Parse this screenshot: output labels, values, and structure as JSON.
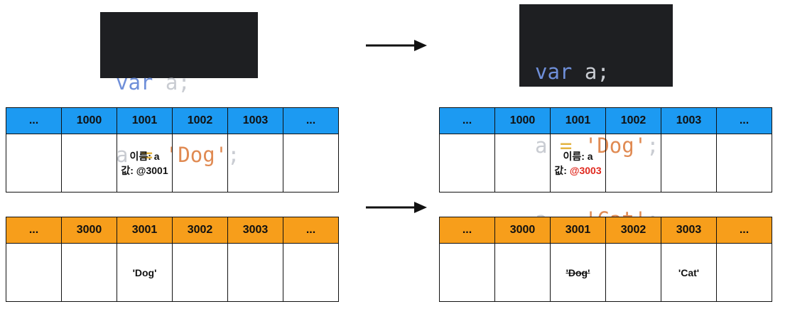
{
  "code_before": {
    "lines": [
      {
        "t1": "var",
        "t2": " a",
        "t3": ";"
      },
      {
        "t1": "a",
        "t2": " = ",
        "t3": "'Dog'",
        "t4": ";"
      }
    ]
  },
  "code_after": {
    "lines": [
      {
        "t1": "var",
        "t2": " a",
        "t3": ";"
      },
      {
        "t1": "a",
        "t2": " = ",
        "t3": "'Dog'",
        "t4": ";"
      },
      {
        "t1": "a",
        "t2": " = ",
        "t3": "'Cat'",
        "t4": ";"
      }
    ]
  },
  "colors": {
    "variable_header": "#1c9af2",
    "data_header": "#f79e1b",
    "changed_address": "#e0281e",
    "code_background": "#1e1f22"
  },
  "before": {
    "variable_table": {
      "headers": [
        "...",
        "1000",
        "1001",
        "1002",
        "1003",
        "..."
      ],
      "cell_name": "이름: a",
      "cell_value": "값: @3001"
    },
    "data_table": {
      "headers": [
        "...",
        "3000",
        "3001",
        "3002",
        "3003",
        "..."
      ],
      "cell_3001": "'Dog'"
    }
  },
  "after": {
    "variable_table": {
      "headers": [
        "...",
        "1000",
        "1001",
        "1002",
        "1003",
        "..."
      ],
      "cell_name": "이름: a",
      "cell_value_label": "값: ",
      "cell_value_address": "@3003"
    },
    "data_table": {
      "headers": [
        "...",
        "3000",
        "3001",
        "3002",
        "3003",
        "..."
      ],
      "cell_3001": "'Dog'",
      "cell_3003": "'Cat'"
    }
  }
}
